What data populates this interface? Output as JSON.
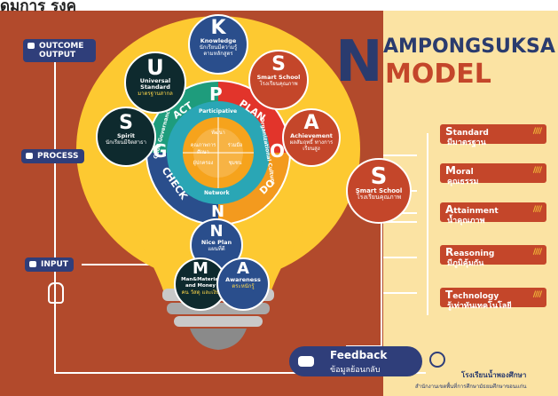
{
  "header_cut_text": "ุดมการ รงค",
  "title": {
    "big_letter": "N",
    "line1": "AMPONGSUKSA",
    "line2": "MODEL"
  },
  "side_labels": {
    "outcome": "OUTCOME OUTPUT",
    "process": "PROCESS",
    "input": "INPUT"
  },
  "top_circles": {
    "u": {
      "letter": "U",
      "en": "Universal Standard",
      "th": "มาตรฐานสากล"
    },
    "k": {
      "letter": "K",
      "en": "Knowledge",
      "th": "นักเรียนมีความรู้ ตามหลักสูตร"
    },
    "s": {
      "letter": "S",
      "en": "Smart School",
      "th": "โรงเรียนคุณภาพ"
    }
  },
  "side_circles": {
    "s": {
      "letter": "S",
      "en": "Spirit",
      "th": "นักเรียนมีจิตสาธา"
    },
    "a": {
      "letter": "A",
      "en": "Achievement",
      "th": "ผลสัมฤทธิ์ ทางการเรียนสูง"
    }
  },
  "pdca": {
    "act": "ACT",
    "p": "P",
    "plan": "PLAN",
    "g": "G",
    "o": "O",
    "check": "CHECK",
    "do": "DO",
    "n": "N"
  },
  "ring_text": {
    "participative": "Participative",
    "network": "Network",
    "good_governance": "Good Governance",
    "organizational": "Organizational Culture"
  },
  "inner_texts": [
    "พัฒนา",
    "คุณภาพการศึกษา",
    "ร่วมมือ",
    "ผู้ปกครอง",
    "ชุมชน"
  ],
  "bottom_circles": {
    "n": {
      "letter": "N",
      "en": "Nice Plan",
      "th": "แผนที่ดี"
    },
    "m": {
      "letter": "M",
      "en": "Man&Material and Money",
      "th": "คน วัสดุ และเงิน"
    },
    "a": {
      "letter": "A",
      "en": "Awareness",
      "th": "ตระหนักรู้"
    }
  },
  "smart_school": {
    "letter": "S",
    "en": "Smart School",
    "th": "โรงเรียนคุณภาพ"
  },
  "model_items": [
    {
      "first": "S",
      "rest": "tandard",
      "th": "มีมาตรฐาน"
    },
    {
      "first": "M",
      "rest": "oral",
      "th": "คุณธรรม"
    },
    {
      "first": "A",
      "rest": "ttainment",
      "th": "น้ำคุณภาพ"
    },
    {
      "first": "R",
      "rest": "easoning",
      "th": "มีภูมิคุ้มกัน"
    },
    {
      "first": "T",
      "rest": "echnology",
      "th": "รู้เท่าทันเทคโนโลยี"
    }
  ],
  "stripes": "////",
  "feedback": {
    "en": "Feedback",
    "th": "ข้อมูลย้อนกลับ"
  },
  "school_name": "โรงเรียนน้ำพองศึกษา",
  "office_name": "สำนักงานเขตพื้นที่การศึกษามัธยมศึกษาขอนแก่น",
  "colors": {
    "bulb_yellow": "#fdc931",
    "bg_red": "#b24a2c",
    "navy": "#2f3e7a",
    "cream": "#fbe3a3",
    "teal": "#1f9aa8",
    "dark_circle": "#0e2a2e"
  }
}
